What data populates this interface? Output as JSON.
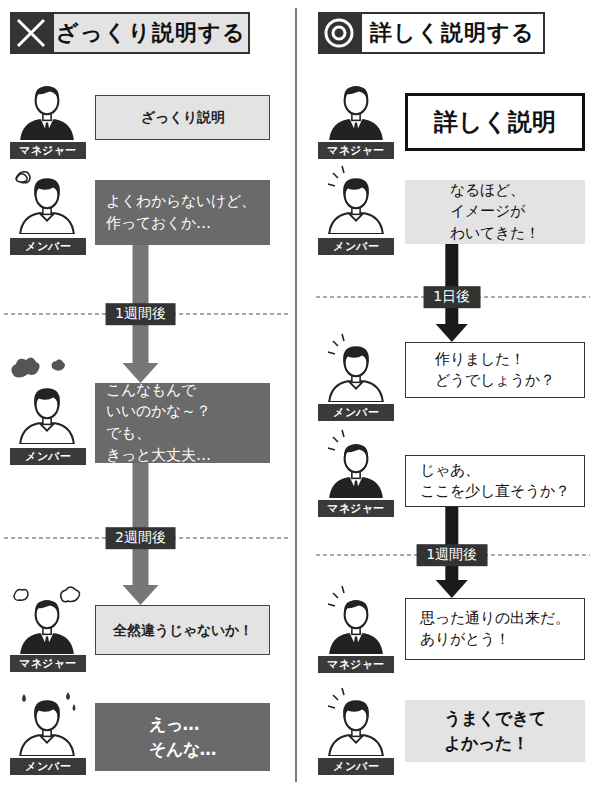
{
  "diagram": {
    "nodes": [
      {
        "text": [
          "ざっくり説明する"
        ]
      },
      {
        "text": [
          "マネジャー"
        ]
      },
      {
        "text": [
          "ざっくり説明"
        ]
      },
      {
        "text": [
          "メンバー"
        ]
      },
      {
        "text": [
          "よくわからないけど、 作っておくか…"
        ]
      },
      {
        "text": [
          "メンバー"
        ]
      },
      {
        "text": [
          "こんなもんで いいのかな～？ でも、きっと大丈夫…"
        ]
      },
      {
        "text": [
          "マネジャー"
        ]
      },
      {
        "text": [
          "全然違うじゃないか！"
        ]
      },
      {
        "text": [
          "メンバー"
        ]
      },
      {
        "text": [
          "えっ…そんな…"
        ]
      },
      {
        "text": [
          "詳しく説明する"
        ]
      },
      {
        "text": [
          "マネジャー"
        ]
      },
      {
        "text": [
          "詳しく説明"
        ]
      },
      {
        "text": [
          "メンバー"
        ]
      },
      {
        "text": [
          "なるほど、イメージが わいてきた！"
        ]
      },
      {
        "text": [
          "メンバー"
        ]
      },
      {
        "text": [
          "作りました！ どうでしょうか？"
        ]
      },
      {
        "text": [
          "マネジャー"
        ]
      },
      {
        "text": [
          "じゃあ、 ここを少し直そうか？"
        ]
      },
      {
        "text": [
          "マネジャー"
        ]
      },
      {
        "text": [
          "思った通りの出来だ。 ありがとう！"
        ]
      },
      {
        "text": [
          "メンバー"
        ]
      },
      {
        "text": [
          "うまくできて よかった！"
        ]
      }
    ],
    "edges": [
      {
        "from": 4,
        "to": 6,
        "label": "1週間後",
        "arrow": "to"
      },
      {
        "from": 6,
        "to": 8,
        "label": "2週間後",
        "arrow": "to"
      },
      {
        "from": 15,
        "to": 17,
        "label": "1日後",
        "arrow": "to"
      },
      {
        "from": 19,
        "to": 21,
        "label": "1週間後",
        "arrow": "to"
      }
    ]
  }
}
